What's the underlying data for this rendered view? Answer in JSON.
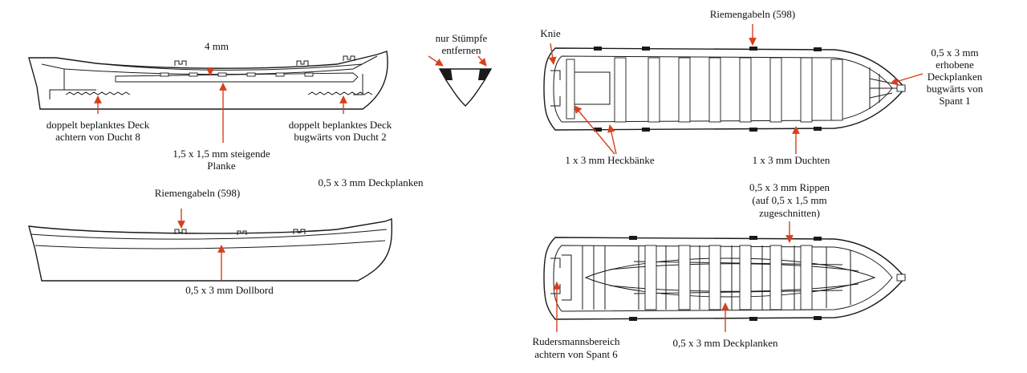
{
  "colors": {
    "arrow": "#d7401e",
    "line": "#1a1a1a",
    "background": "#ffffff"
  },
  "labels": {
    "four_mm": "4 mm",
    "stump_1": "nur Stümpfe",
    "stump_2": "entfernen",
    "aft_deck_1": "doppelt beplanktes Deck",
    "aft_deck_2": "achtern von Ducht 8",
    "fwd_deck_1": "doppelt beplanktes Deck",
    "fwd_deck_2": "bugwärts von Ducht 2",
    "rising_plank_1": "1,5 x 1,5 mm steigende",
    "rising_plank_2": "Planke",
    "deck_planks_mid": "0,5 x 3 mm Deckplanken",
    "oarlocks_side": "Riemengabeln (598)",
    "gunwale": "0,5 x 3 mm Dollbord",
    "knie": "Knie",
    "oarlocks_top": "Riemengabeln (598)",
    "raised_1": "0,5 x 3 mm",
    "raised_2": "erhobene",
    "raised_3": "Deckplanken",
    "raised_4": "bugwärts von",
    "raised_5": "Spant 1",
    "stern_benches": "1 x 3 mm Heckbänke",
    "thwarts": "1 x 3 mm Duchten",
    "ribs_1": "0,5 x 3 mm Rippen",
    "ribs_2": "(auf 0,5 x 1,5 mm",
    "ribs_3": "zugeschnitten)",
    "helm_1": "Rudersmannsbereich",
    "helm_2": "achtern von Spant 6",
    "deck_planks_bottom": "0,5 x 3 mm Deckplanken"
  }
}
